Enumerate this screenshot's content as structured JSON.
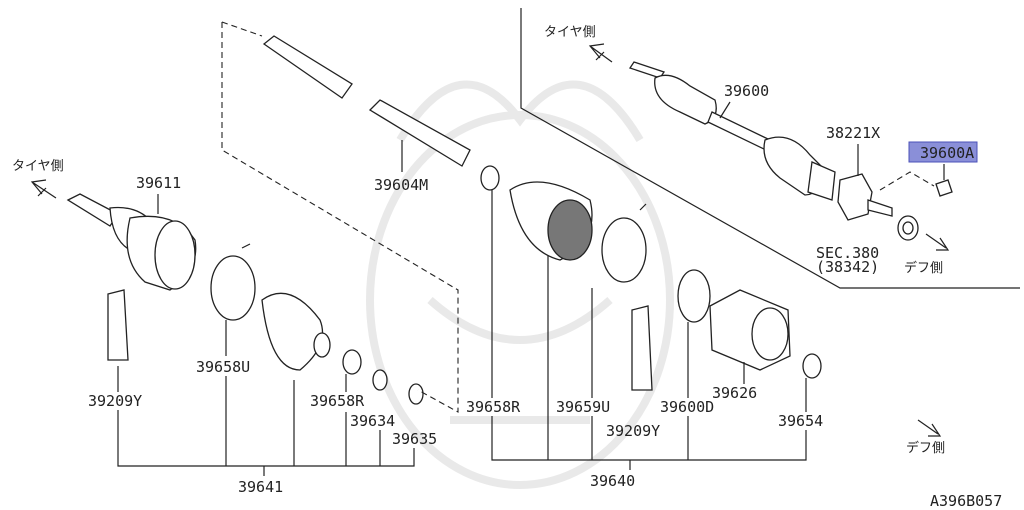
{
  "labels": {
    "p39600": "39600",
    "p38221x": "38221X",
    "p39600a": "39600A",
    "p39611": "39611",
    "p39604m": "39604M",
    "p39658u": "39658U",
    "p39209y_left": "39209Y",
    "p39658r_left": "39658R",
    "p39634": "39634",
    "p39635": "39635",
    "p39641": "39641",
    "p39658r_right": "39658R",
    "p39659u": "39659U",
    "p39600d": "39600D",
    "p39209y_right": "39209Y",
    "p39626": "39626",
    "p39654": "39654",
    "p39640": "39640",
    "sec380": "SEC.380",
    "sec38342": "(38342)",
    "figure_code": "A396B057"
  },
  "directions": {
    "tire_side_top": "タイヤ側",
    "tire_side_left": "タイヤ側",
    "diff_side_right": "デフ側",
    "diff_side_bottom": "デフ側"
  },
  "highlight_color": "#8a8fd8"
}
